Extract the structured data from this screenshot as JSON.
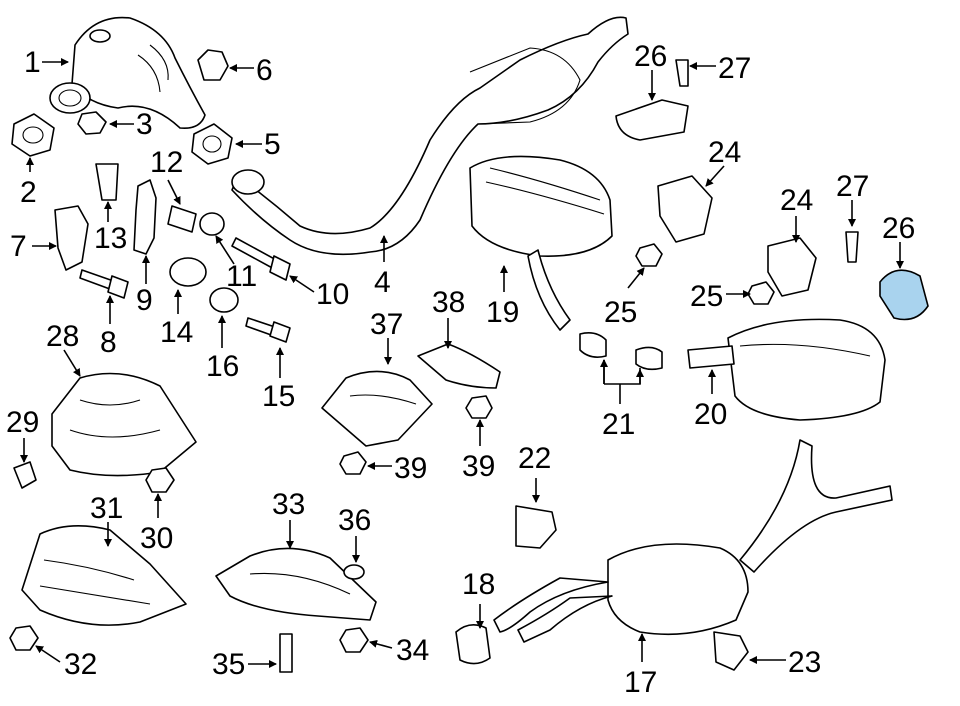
{
  "diagram": {
    "highlight_color": "#a9d3ee",
    "callouts": [
      "1",
      "2",
      "3",
      "4",
      "5",
      "6",
      "7",
      "8",
      "9",
      "10",
      "11",
      "12",
      "13",
      "14",
      "15",
      "16",
      "17",
      "18",
      "19",
      "20",
      "21",
      "22",
      "23",
      "24",
      "24",
      "25",
      "25",
      "26",
      "26",
      "27",
      "27",
      "28",
      "29",
      "30",
      "31",
      "32",
      "33",
      "34",
      "35",
      "36",
      "37",
      "38",
      "39",
      "39"
    ]
  }
}
